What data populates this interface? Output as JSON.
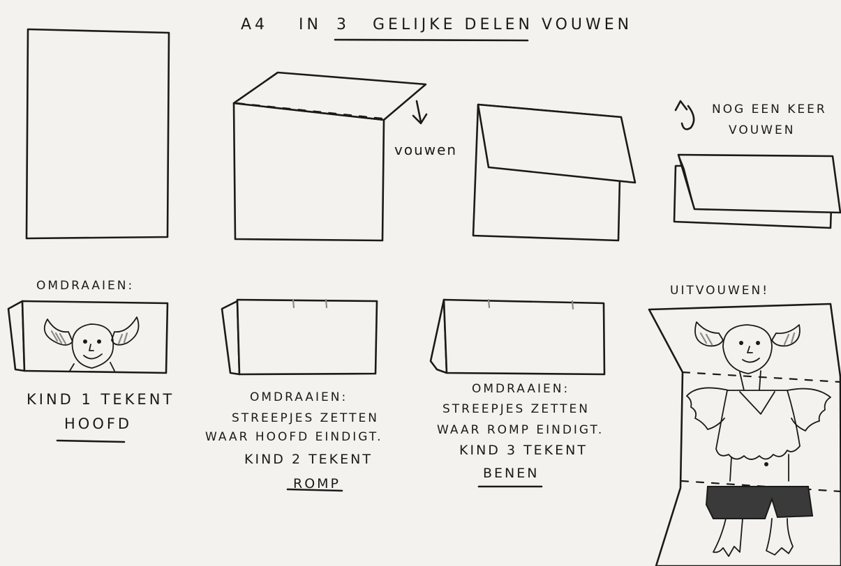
{
  "title": {
    "a4": "A4",
    "in": "IN",
    "three": "3",
    "rest": "GELIJKE DELEN VOUWEN"
  },
  "step2": {
    "fold_label": "vouwen"
  },
  "step4": {
    "line1": "NOG EEN KEER",
    "line2": "VOUWEN"
  },
  "step5": {
    "above": "OMDRAAIEN:",
    "line1": "KIND 1 TEKENT",
    "part": "HOOFD"
  },
  "step6": {
    "line1": "OMDRAAIEN:",
    "line2": "STREEPJES ZETTEN",
    "line3": "WAAR HOOFD EINDIGT.",
    "line4": "KIND 2 TEKENT",
    "part": "ROMP"
  },
  "step7": {
    "line1": "OMDRAAIEN:",
    "line2": "STREEPJES ZETTEN",
    "line3": "WAAR ROMP EINDIGT.",
    "line4": "KIND 3 TEKENT",
    "part": "BENEN"
  },
  "step8": {
    "above": "UITVOUWEN!"
  },
  "colors": {
    "ink": "#1a1a1a",
    "paper": "#f4f2ee",
    "pencil": "#8a8a8a"
  }
}
